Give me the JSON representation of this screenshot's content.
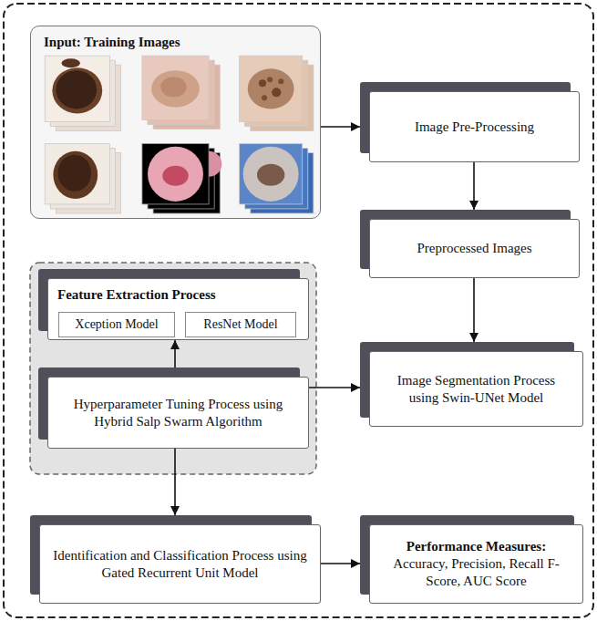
{
  "diagram": {
    "nodes": [
      {
        "text": [
          "Input: Training Images"
        ]
      },
      {
        "text": [
          "Image Pre-Processing"
        ]
      },
      {
        "text": [
          "Preprocessed Images"
        ]
      },
      {
        "text": [
          "Feature Extraction Process"
        ]
      },
      {
        "text": [
          "Xception Model"
        ],
        "in": 3
      },
      {
        "text": [
          "ResNet Model"
        ],
        "in": 3
      },
      {
        "text": [
          "Image Segmentation Process using Swin-UNet Model"
        ]
      },
      {
        "text": [
          "Hyperparameter Tuning Process using Hybrid Salp Swarm Algorithm"
        ]
      },
      {
        "text": [
          "Identification and Classification Process using Gated Recurrent Unit Model"
        ]
      },
      {
        "text": [
          "Performance Measures:",
          "Accuracy, Precision, Recall F-Score, AUC Score"
        ]
      }
    ],
    "edges": [
      {
        "from": 0,
        "to": 1,
        "arrow": "to"
      },
      {
        "from": 1,
        "to": 2,
        "arrow": "to"
      },
      {
        "from": 2,
        "to": 6,
        "arrow": "to"
      },
      {
        "from": 7,
        "to": 3,
        "arrow": "to"
      },
      {
        "from": 7,
        "to": 6,
        "arrow": "to"
      },
      {
        "from": 7,
        "to": 8,
        "arrow": "to"
      },
      {
        "from": 8,
        "to": 9,
        "arrow": "to"
      }
    ]
  }
}
